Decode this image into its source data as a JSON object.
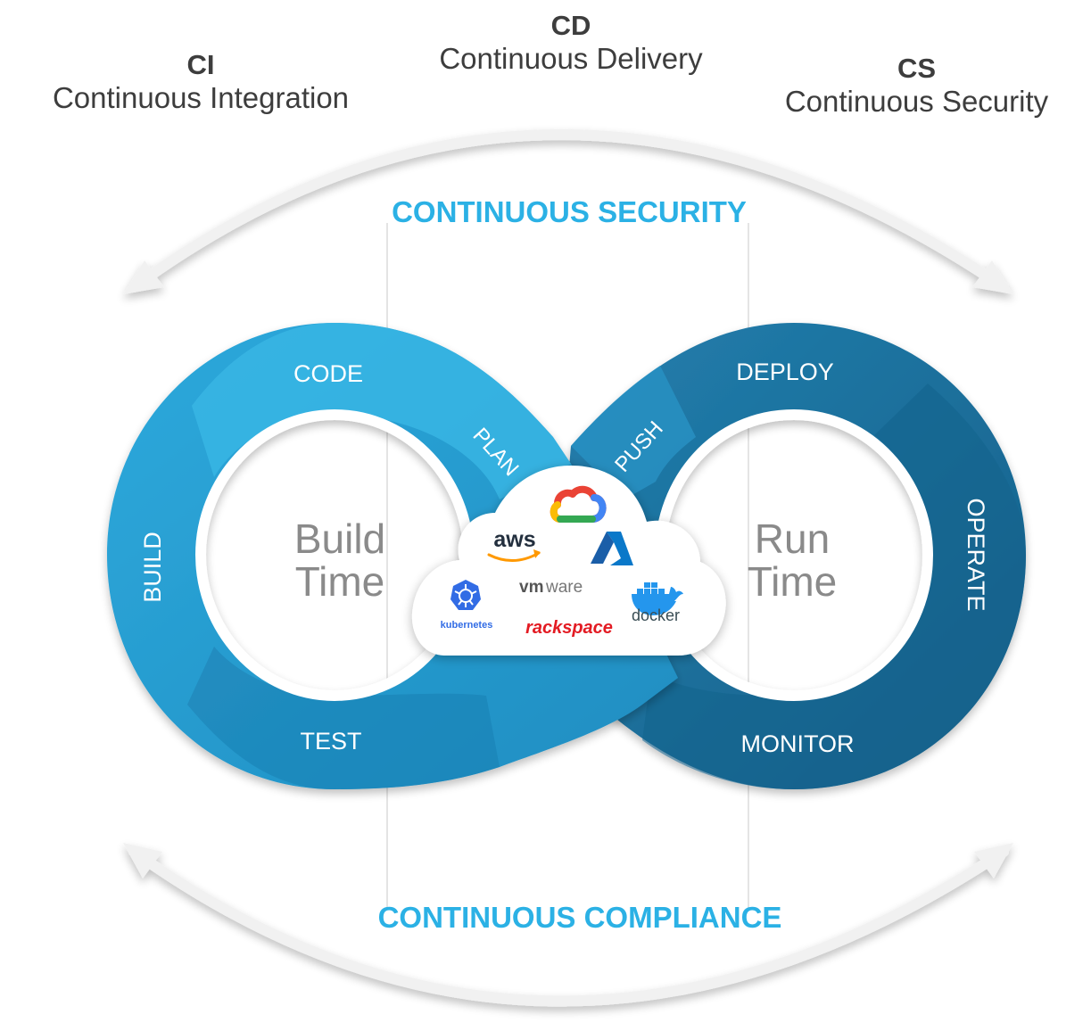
{
  "headers": {
    "ci": {
      "abbr": "CI",
      "full": "Continuous Integration"
    },
    "cd": {
      "abbr": "CD",
      "full": "Continuous Delivery"
    },
    "cs": {
      "abbr": "CS",
      "full": "Continuous Security"
    }
  },
  "arcs": {
    "top_label": "CONTINUOUS SECURITY",
    "bottom_label": "CONTINUOUS COMPLIANCE"
  },
  "loop": {
    "left_center": [
      "Build",
      "Time"
    ],
    "right_center": [
      "Run",
      "Time"
    ],
    "stages": {
      "code": "CODE",
      "plan": "PLAN",
      "build": "BUILD",
      "test": "TEST",
      "push": "PUSH",
      "deploy": "DEPLOY",
      "operate": "OPERATE",
      "monitor": "MONITOR"
    }
  },
  "cloud_logos": {
    "aws": "aws",
    "vmware_vm": "vm",
    "vmware_ware": "ware",
    "kubernetes": "kubernetes",
    "rackspace": "rackspace",
    "docker": "docker"
  },
  "colors": {
    "left_loop": "#2ba3d8",
    "left_loop_dark": "#1f8cc0",
    "left_loop_light": "#3bb8e6",
    "right_loop": "#1c7ba8",
    "right_loop_dark": "#135f87",
    "right_loop_light": "#2a92c4",
    "accent_label": "#2bb1e5",
    "center_text": "#8a8a8a",
    "header_text": "#3d3d3d",
    "arc": "#f0f0f0"
  }
}
